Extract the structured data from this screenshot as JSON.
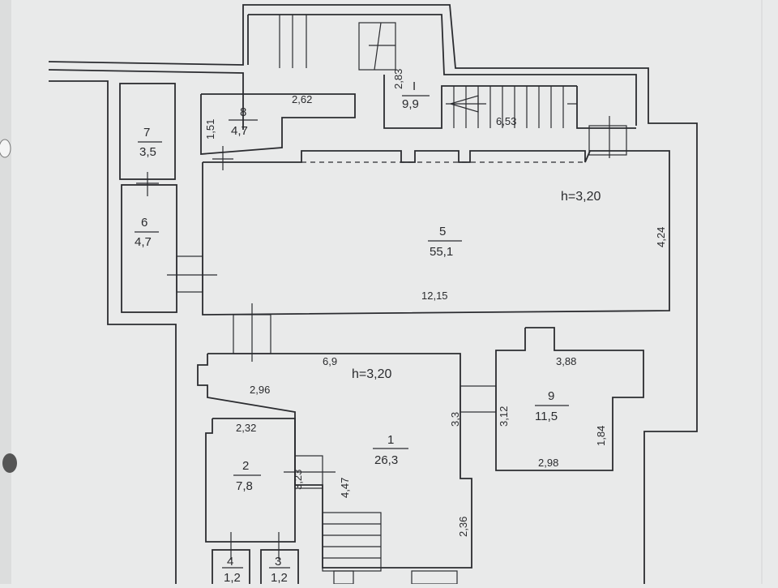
{
  "rooms": [
    {
      "id": "r5",
      "number": "5",
      "area": "55,1"
    },
    {
      "id": "rI",
      "number": "I",
      "area": "9,9"
    },
    {
      "id": "r8",
      "number": "8",
      "area": "4,7"
    },
    {
      "id": "r7",
      "number": "7",
      "area": "3,5"
    },
    {
      "id": "r6",
      "number": "6",
      "area": "4,7"
    },
    {
      "id": "r1",
      "number": "1",
      "area": "26,3"
    },
    {
      "id": "r2",
      "number": "2",
      "area": "7,8"
    },
    {
      "id": "r9",
      "number": "9",
      "area": "11,5"
    },
    {
      "id": "r4",
      "number": "4",
      "area": "1,2"
    },
    {
      "id": "r3",
      "number": "3",
      "area": "1,2"
    }
  ],
  "heights": [
    "h=3,20",
    "h=3,20"
  ],
  "dimensions": {
    "d283": "2,83",
    "d653": "6,53",
    "d262": "2,62",
    "d151": "1,51",
    "d424": "4,24",
    "d1215": "12,15",
    "d69": "6,9",
    "d296": "2,96",
    "d33": "3,3",
    "d388": "3,88",
    "d312": "3,12",
    "d184": "1,84",
    "d298": "2,98",
    "d232": "2,32",
    "d323": "3,23",
    "d447": "4,47",
    "d236": "2,36"
  }
}
